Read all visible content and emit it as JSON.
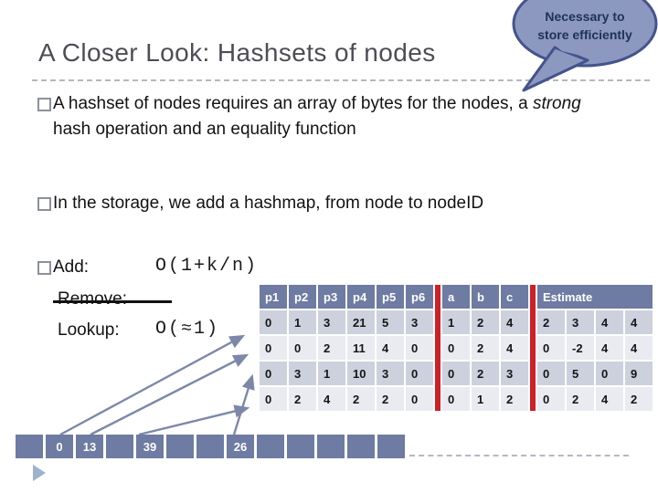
{
  "slide": {
    "title": "A Closer Look: Hashsets of nodes",
    "callout": {
      "line1": "Necessary to",
      "line2": "store efficiently"
    },
    "bullet1": {
      "before": "A hashset of nodes requires an array of bytes for the nodes, a ",
      "italic": "strong",
      "after": " hash operation and an equality function"
    },
    "bullet2": "In the storage, we add a hashmap, from node to nodeID",
    "ops": {
      "add_label": "Add:",
      "add_value": "O(1+k/n)",
      "remove_label": "Remove:",
      "lookup_label": "Lookup:",
      "lookup_value": "O(≈1)"
    }
  },
  "table": {
    "headers": [
      "p1",
      "p2",
      "p3",
      "p4",
      "p5",
      "p6",
      "a",
      "b",
      "c"
    ],
    "estimate_header": "Estimate",
    "rows": [
      [
        "0",
        "1",
        "3",
        "21",
        "5",
        "3",
        "1",
        "2",
        "4",
        "2",
        "3",
        "4",
        "4"
      ],
      [
        "0",
        "0",
        "2",
        "11",
        "4",
        "0",
        "0",
        "2",
        "4",
        "0",
        "-2",
        "4",
        "4"
      ],
      [
        "0",
        "3",
        "1",
        "10",
        "3",
        "0",
        "0",
        "2",
        "3",
        "0",
        "5",
        "0",
        "9"
      ],
      [
        "0",
        "2",
        "4",
        "2",
        "2",
        "0",
        "0",
        "1",
        "2",
        "0",
        "2",
        "4",
        "2"
      ]
    ]
  },
  "hash_array": {
    "cells": [
      "",
      "0",
      "13",
      "",
      "39",
      "",
      "",
      "26",
      "",
      "",
      "",
      "",
      ""
    ]
  },
  "colors": {
    "header_slate": "#6e7ba2",
    "row_dark": "#ccd1dd",
    "row_light": "#e9ebf0",
    "red_separator": "#cc2127",
    "callout_fill": "#8c98c0",
    "callout_border": "#44538a",
    "arrow": "#7d88a8",
    "title_gray": "#4e4d55"
  }
}
